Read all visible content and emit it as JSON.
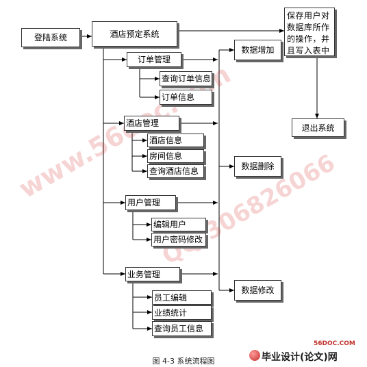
{
  "nodes": {
    "login": "登陆系统",
    "hotel_system": "酒店预定系统",
    "order_mgmt": "订单管理",
    "query_order": "查询订单信息",
    "order_info": "订单信息",
    "hotel_mgmt": "酒店管理",
    "hotel_info": "酒店信息",
    "room_info": "房间信息",
    "query_hotel": "查询酒店信息",
    "user_mgmt": "用户管理",
    "edit_user": "编辑用户",
    "user_pwd": "用户密码修改",
    "biz_mgmt": "业务管理",
    "staff_edit": "员工编辑",
    "perf_stats": "业绩统计",
    "query_staff": "查询员工信息",
    "data_add": "数据增加",
    "data_delete": "数据删除",
    "data_modify": "数据修改",
    "save_ops": "保存用户对数据库所作的操作，并且写入表中",
    "exit_system": "退出系统"
  },
  "caption": "图 4-3  系统流程图",
  "watermarks": {
    "site": "www.56doc.com",
    "qq": "QQ:306826066"
  },
  "logo": {
    "site": "56DOC.COM",
    "name": "毕业设计(论文)网"
  },
  "colors": {
    "watermark": "#d73c3c",
    "logo_red": "#c0302a"
  }
}
